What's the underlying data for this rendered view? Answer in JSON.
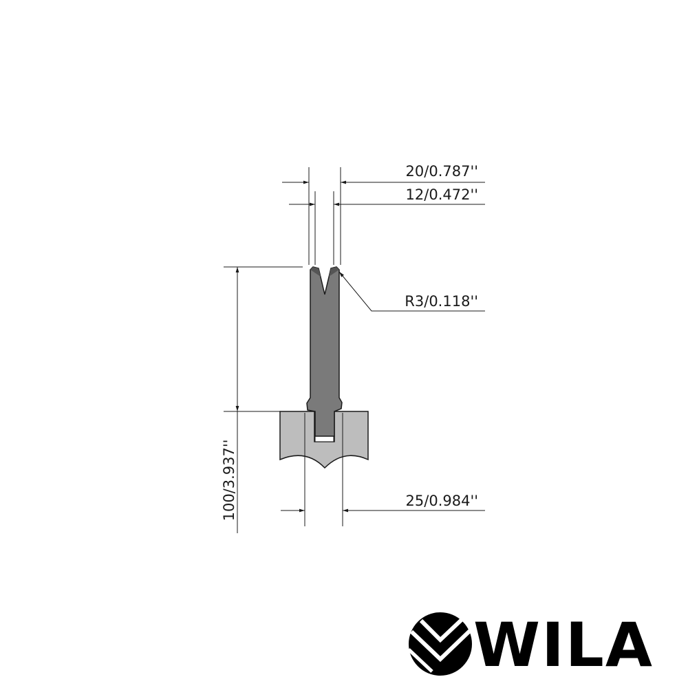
{
  "dimensions": {
    "top_width": "20/0.787''",
    "inner_width": "12/0.472''",
    "radius": "R3/0.118''",
    "height": "100/3.937''",
    "tang_width": "25/0.984''"
  },
  "logo": {
    "text": "WILA"
  },
  "colors": {
    "tool": "#7a7a7a",
    "holder": "#bdbdbd",
    "line": "#1a1a1a"
  }
}
